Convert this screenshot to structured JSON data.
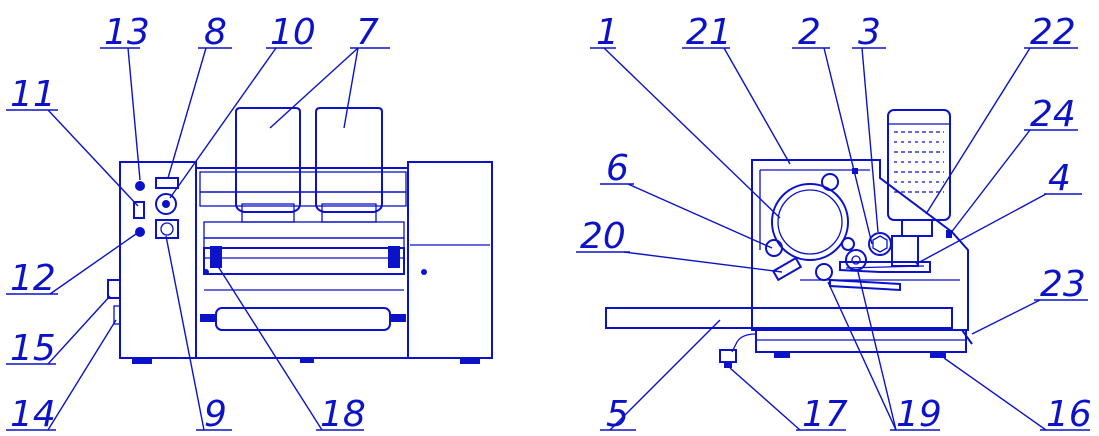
{
  "diagram": {
    "callouts_left": [
      "13",
      "8",
      "10",
      "7",
      "11",
      "12",
      "15",
      "14",
      "9",
      "18"
    ],
    "callouts_right": [
      "1",
      "21",
      "2",
      "3",
      "22",
      "24",
      "6",
      "4",
      "20",
      "23",
      "5",
      "17",
      "19",
      "16"
    ]
  },
  "line_color": "#0b12c8"
}
